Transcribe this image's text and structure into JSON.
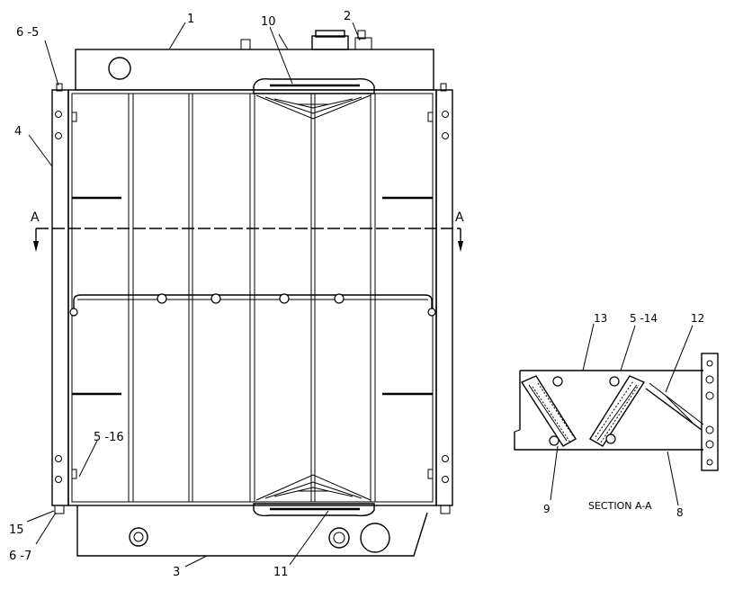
{
  "callouts": {
    "c1": "1",
    "c2": "2",
    "c3": "3",
    "c4": "4",
    "c6_5": "6 -5",
    "c10": "10",
    "c11": "11",
    "c5_16": "5 -16",
    "c15": "15",
    "c6_7": "6 -7",
    "c13": "13",
    "c5_14": "5 -14",
    "c12": "12",
    "c9": "9",
    "c8": "8"
  },
  "section_marks": {
    "left": "A",
    "right": "A"
  },
  "section_caption": "SECTION A-A"
}
